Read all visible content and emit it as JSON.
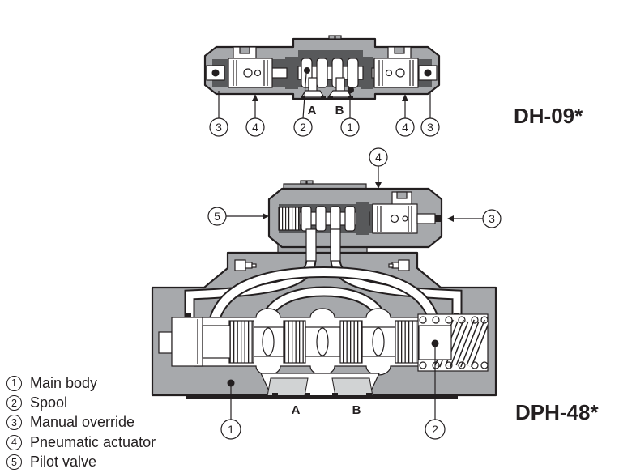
{
  "diagrams": {
    "dh09": {
      "title": "DH-09*",
      "port_a": "A",
      "port_b": "B",
      "callouts": [
        "3",
        "4",
        "2",
        "1",
        "4",
        "3"
      ]
    },
    "dph48": {
      "title": "DPH-48*",
      "port_a": "A",
      "port_b": "B",
      "callouts": [
        "5",
        "4",
        "3",
        "1",
        "2"
      ]
    }
  },
  "legend": {
    "items": [
      {
        "num": "1",
        "label": "Main body"
      },
      {
        "num": "2",
        "label": "Spool"
      },
      {
        "num": "3",
        "label": "Manual override"
      },
      {
        "num": "4",
        "label": "Pneumatic actuator"
      },
      {
        "num": "5",
        "label": "Pilot valve"
      }
    ]
  },
  "colors": {
    "body_gray": "#a7a9ac",
    "dark_gray": "#58595b",
    "light_gray": "#d1d3d4",
    "line": "#231f20",
    "background": "#ffffff"
  }
}
